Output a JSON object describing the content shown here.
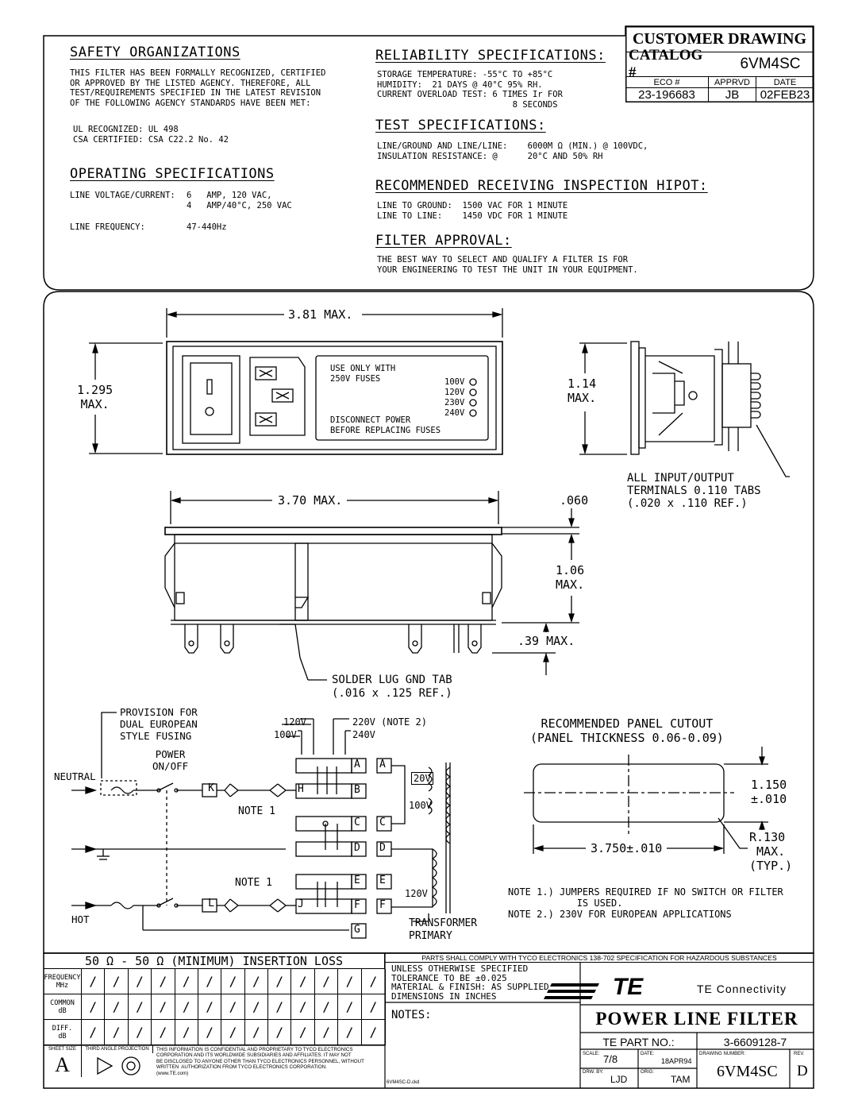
{
  "safety": {
    "title": "SAFETY ORGANIZATIONS",
    "body": "THIS FILTER HAS BEEN FORMALLY RECOGNIZED, CERTIFIED\nOR APPROVED BY THE LISTED AGENCY. THEREFORE, ALL\nTEST/REQUIREMENTS SPECIFIED IN THE LATEST REVISION\nOF THE FOLLOWING AGENCY STANDARDS HAVE BEEN MET:",
    "ul": "UL RECOGNIZED: UL 498",
    "csa": "CSA CERTIFIED: CSA C22.2 No. 42"
  },
  "operating": {
    "title": "OPERATING SPECIFICATIONS",
    "voltage_label": "LINE VOLTAGE/CURRENT:",
    "voltage_value": "6   AMP, 120 VAC,\n4   AMP/40°C, 250 VAC",
    "freq_label": "LINE FREQUENCY:",
    "freq_value": "47-440Hz"
  },
  "reliability": {
    "title": "RELIABILITY SPECIFICATIONS:",
    "body": "STORAGE TEMPERATURE: -55°C TO +85°C\nHUMIDITY:  21 DAYS @ 40°C 95% RH.\nCURRENT OVERLOAD TEST: 6 TIMES Ir FOR\n                           8 SECONDS"
  },
  "test": {
    "title": "TEST SPECIFICATIONS:",
    "body": "LINE/GROUND AND LINE/LINE:    6000M Ω (MIN.) @ 100VDC,\nINSULATION RESISTANCE: @      20°C AND 50% RH"
  },
  "hipot": {
    "title": "RECOMMENDED RECEIVING INSPECTION HIPOT:",
    "body": "LINE TO GROUND:  1500 VAC FOR 1 MINUTE\nLINE TO LINE:    1450 VDC FOR 1 MINUTE"
  },
  "approval": {
    "title": "FILTER APPROVAL:",
    "body": "THE BEST WAY TO SELECT AND QUALIFY A FILTER IS FOR\nYOUR ENGINEERING TO TEST THE UNIT IN YOUR EQUIPMENT."
  },
  "titleblock_top": {
    "title": "CUSTOMER DRAWING",
    "catalog_label": "CATALOG #",
    "catalog_value": "6VM4SC",
    "eco_label": "ECO #",
    "apprvd_label": "APPRVD",
    "date_label": "DATE",
    "eco_value": "23-196683",
    "apprvd_value": "JB",
    "date_value": "02FEB23"
  },
  "front_view": {
    "width_dim": "3.81 MAX.",
    "height_dim": "1.295\nMAX.",
    "label1": "USE ONLY WITH\n250V FUSES",
    "label2": "DISCONNECT POWER\nBEFORE REPLACING FUSES",
    "voltages": [
      "100V",
      "120V",
      "230V",
      "240V"
    ]
  },
  "side_view": {
    "height_dim": "1.14\nMAX.",
    "terminals_note": "ALL INPUT/OUTPUT\nTERMINALS 0.110 TABS\n(.020 x .110 REF.)"
  },
  "bottom_view": {
    "width_dim": "3.70 MAX.",
    "flange_dim": ".060",
    "depth_dim": "1.06\nMAX.",
    "lug_dim": ".39 MAX.",
    "solder_note": "SOLDER LUG GND TAB\n(.016 x .125 REF.)"
  },
  "schematic": {
    "fusing_note": "PROVISION FOR\nDUAL EUROPEAN\nSTYLE FUSING",
    "switch_label": "POWER\nON/OFF",
    "neutral": "NEUTRAL",
    "hot": "HOT",
    "note1a": "NOTE 1",
    "note1b": "NOTE 1",
    "v120": "120V",
    "v100": "100V",
    "v220": "220V (NOTE 2)",
    "v240": "240V",
    "terminals_left": [
      "K",
      "L"
    ],
    "terminals_mid": [
      "H",
      "J"
    ],
    "blocks": [
      "A",
      "B",
      "C",
      "D",
      "E",
      "F",
      "G"
    ],
    "right_terms": [
      "A",
      "C",
      "D",
      "E",
      "F"
    ],
    "t20": "20V",
    "t100": "100V",
    "t120": "120V",
    "transformer": "TRANSFORMER\nPRIMARY"
  },
  "cutout": {
    "title": "RECOMMENDED PANEL CUTOUT\n(PANEL THICKNESS 0.06-0.09)",
    "height_dim": "1.150\n±.010",
    "width_dim": "3.750±.010",
    "radius_dim": "R.130\n MAX.\n(TYP.)"
  },
  "notes": {
    "n1": "NOTE 1.) JUMPERS REQUIRED IF NO SWITCH OR FILTER\n            IS USED.",
    "n2": "NOTE 2.) 230V FOR EUROPEAN APPLICATIONS"
  },
  "insertion": {
    "title": "50 Ω - 50 Ω (MINIMUM) INSERTION LOSS",
    "rows": [
      "FREQUENCY\nMHz",
      "COMMON\ndB",
      "DIFF.\ndB"
    ],
    "slash": "/"
  },
  "bottom_block": {
    "sheet_size": "SHEET SIZE",
    "sheet_value": "A",
    "projection": "THIRD ANGLE PROJECTION",
    "confidential": "THIS INFORMATION IS CONFIDENTIAL AND PROPRIETARY TO TYCO ELECTRONICS\nCORPORATION AND ITS WORLDWIDE SUBSIDIARIES AND AFFILIATES. IT MAY NOT\nBE DISCLOSED TO ANYONE OTHER THAN TYCO ELECTRONICS PERSONNEL, WITHOUT\nWRITTEN  AUTHORIZATION FROM TYCO ELECTRONICS CORPORATION.\n(www.TE.com)",
    "file": "6VM4SC-D.ckd",
    "compliance": "PARTS SHALL COMPLY WITH TYCO ELECTRONICS 138-702 SPECIFICATION FOR HAZARDOUS SUBSTANCES",
    "tolerance": "UNLESS OTHERWISE SPECIFIED\nTOLERANCE TO BE ±0.025\nMATERIAL & FINISH: AS SUPPLIED\nDIMENSIONS IN INCHES",
    "notes_label": "NOTES:",
    "te_logo": "TE",
    "te_name": "TE Connectivity",
    "product": "POWER LINE FILTER",
    "part_label": "TE PART NO.:",
    "part_value": "3-6609128-7",
    "scale_label": "SCALE:",
    "scale_value": "7/8",
    "date_label": "DATE:",
    "date_value": "18APR94",
    "dwg_label": "DRAWING NUMBER:",
    "dwg_value": "6VM4SC",
    "rev_label": "REV.",
    "rev_value": "D",
    "drw_label": "DRW. BY:",
    "drw_value": "LJD",
    "orig_label": "ORIG:",
    "orig_value": "TAM"
  }
}
